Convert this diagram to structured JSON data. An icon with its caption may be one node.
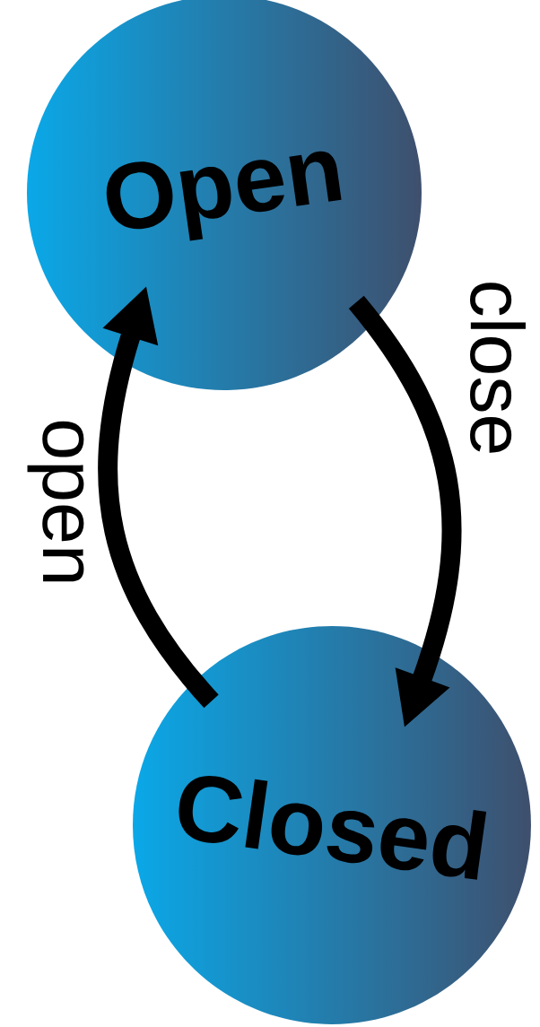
{
  "diagram": {
    "nodes": [
      {
        "text": [
          "Open"
        ]
      },
      {
        "text": [
          "Closed"
        ]
      }
    ],
    "edges": [
      {
        "from": 0,
        "to": 1,
        "arrow": "to",
        "label": "close"
      },
      {
        "from": 1,
        "to": 0,
        "arrow": "to",
        "label": "open"
      }
    ]
  }
}
